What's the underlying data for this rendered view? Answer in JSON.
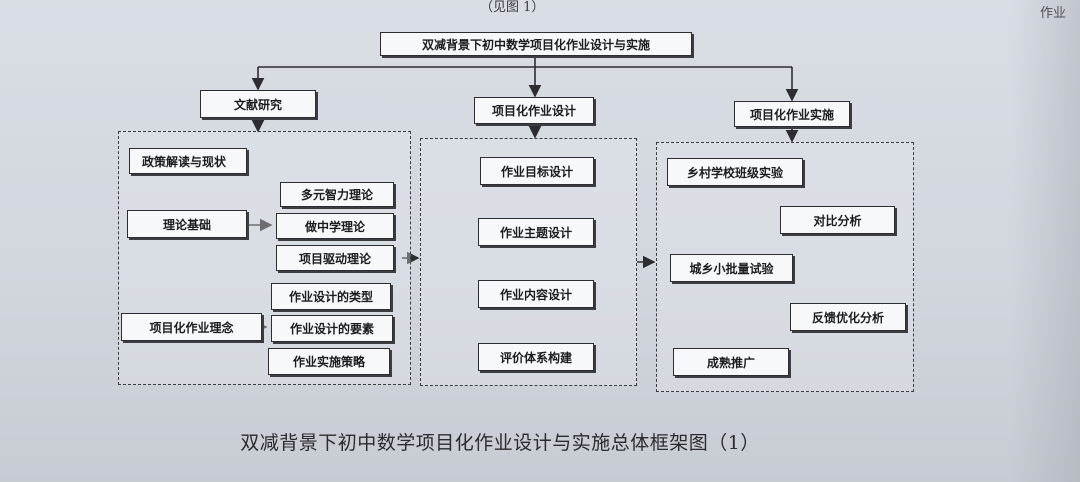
{
  "page": {
    "top_partial_text": "（见图 1）",
    "top_right_text": "作业"
  },
  "diagram": {
    "root": "双减背景下初中数学项目化作业设计与实施",
    "branches": {
      "research": "文献研究",
      "design": "项目化作业设计",
      "implementation": "项目化作业实施"
    },
    "research": {
      "policy": "政策解读与现状",
      "theory_basis": "理论基础",
      "theories": [
        "多元智力理论",
        "做中学理论",
        "项目驱动理论"
      ],
      "concept": "项目化作业理念",
      "concepts": [
        "作业设计的类型",
        "作业设计的要素",
        "作业实施策略"
      ]
    },
    "design_steps": [
      "作业目标设计",
      "作业主题设计",
      "作业内容设计",
      "评价体系构建"
    ],
    "implementation_steps": [
      "乡村学校班级实验",
      "对比分析",
      "城乡小批量试验",
      "反馈优化分析",
      "成熟推广"
    ]
  },
  "caption": "双减背景下初中数学项目化作业设计与实施总体框架图（1）"
}
